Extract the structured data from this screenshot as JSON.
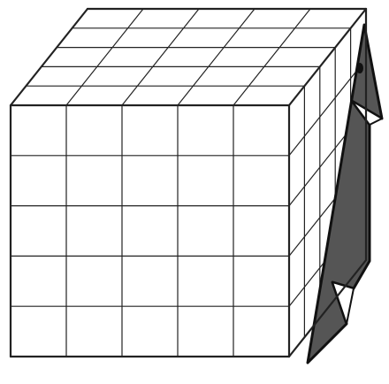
{
  "figure": {
    "object": "cube",
    "grid_divisions": 5,
    "visible_faces": [
      "front",
      "top",
      "right"
    ],
    "right_face_figure": "penguin",
    "colors": {
      "background": "#ffffff",
      "line": "#222222",
      "penguin_body": "#555555",
      "penguin_outline": "#111111",
      "penguin_eye": "#111111"
    }
  }
}
